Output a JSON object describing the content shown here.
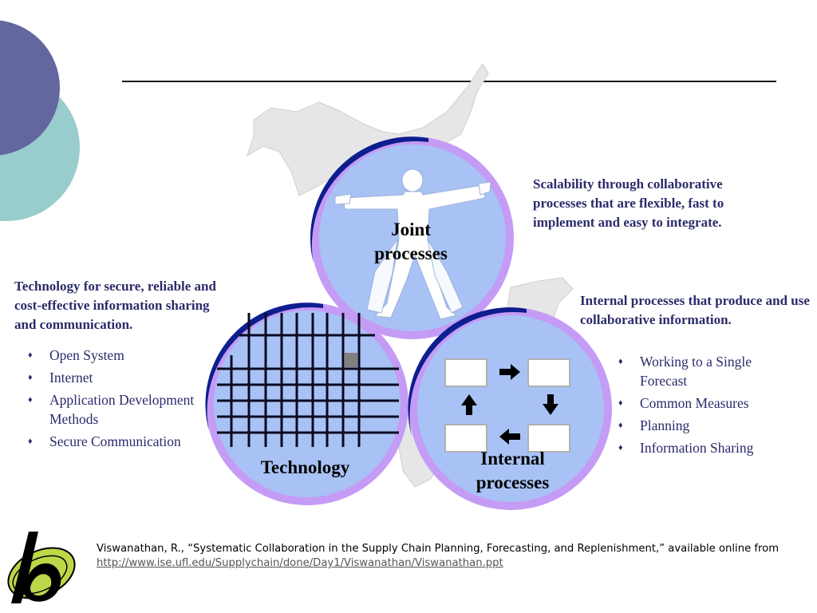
{
  "slide": {
    "circles": {
      "joint": [
        "Joint",
        "processes"
      ],
      "technology": "Technology",
      "internal": [
        "Internal",
        "processes"
      ]
    },
    "scalability_text": "Scalability through collaborative processes that are flexible, fast to implement and easy to integrate.",
    "technology_section": {
      "heading": "Technology for secure, reliable and cost-effective information sharing and communication.",
      "bullets": [
        "Open System",
        "Internet",
        "Application Development Methods",
        "Secure Communication"
      ]
    },
    "internal_section": {
      "heading": "Internal processes that produce and use collaborative information.",
      "bullets": [
        "Working to a Single Forecast",
        "Common Measures",
        "Planning",
        "Information Sharing"
      ]
    },
    "citation": {
      "text": "Viswanathan, R., “Systematic Collaboration in the Supply Chain Planning, Forecasting, and Replenishment,” available online from ",
      "link": "http://www.ise.ufl.edu/Supplychain/done/Day1/Viswanathan/Viswanathan.ppt"
    }
  },
  "colors": {
    "purple_circle": "#6466a0",
    "teal_circle": "#99cccc",
    "circle_fill": "#a8c2f5",
    "circle_dark_ring": "#0d1e8f",
    "circle_light_ring": "#c49cf5",
    "text_navy": "#2b2b6b"
  },
  "icons": {
    "bullet": "♦"
  }
}
